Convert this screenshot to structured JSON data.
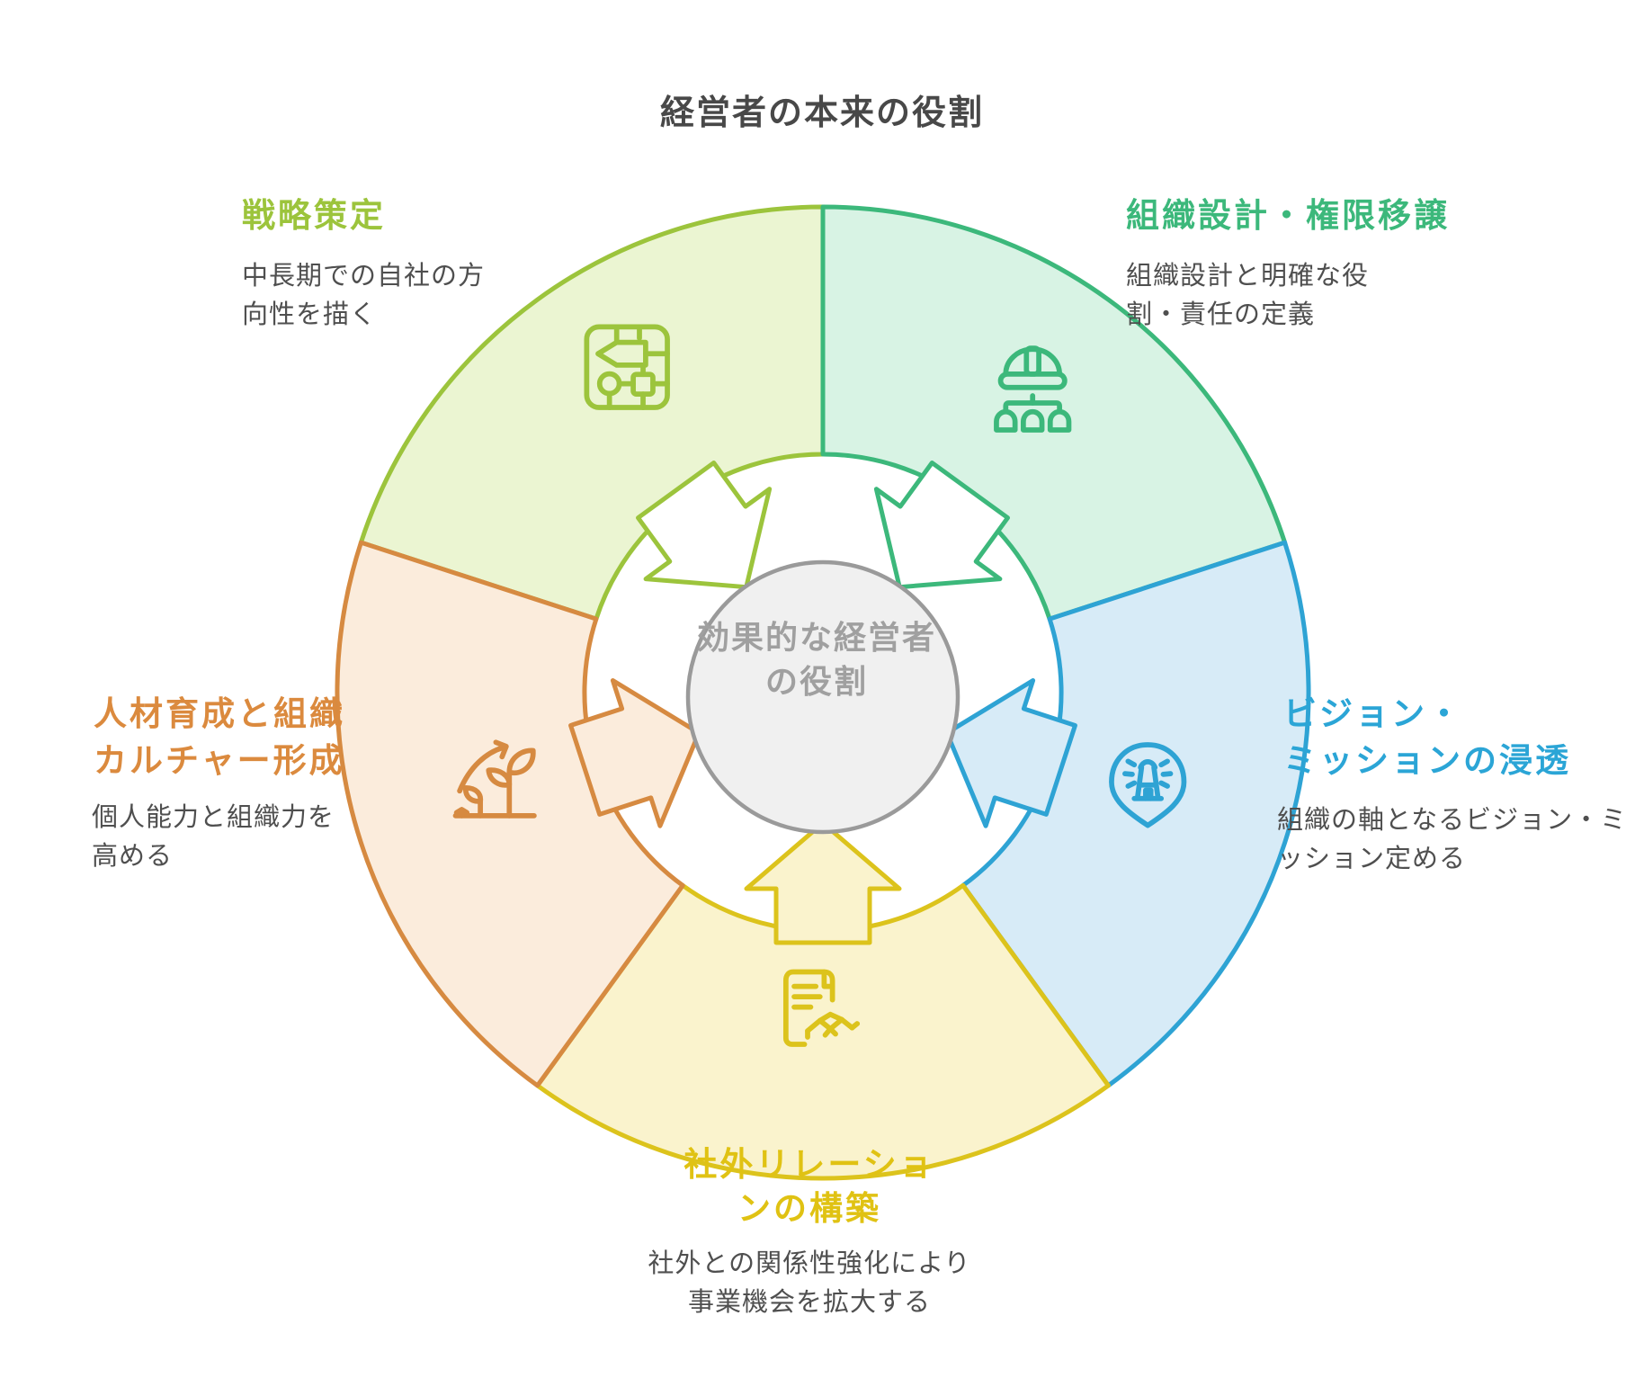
{
  "title": "経営者の本来の役割",
  "center": {
    "line1": "効果的な経営者",
    "line2": "の役割",
    "fill": "#f0f0f0",
    "border": "#9a9a9a",
    "text_color": "#a0a0a0"
  },
  "segments": [
    {
      "id": "strategy",
      "label_lines": [
        "戦略策定"
      ],
      "description_lines": [
        "中長期での自社の方",
        "向性を描く"
      ],
      "color": "#9cc43c",
      "fill": "#ebf5d2",
      "arrow_fill": "#ffffff",
      "icon": "strategy-map-icon",
      "position": "top-left"
    },
    {
      "id": "org-design-delegation",
      "label_lines": [
        "組織設計・権限移譲"
      ],
      "description_lines": [
        "組織設計と明確な役",
        "割・責任の定義"
      ],
      "color": "#3cb87b",
      "fill": "#d8f3e4",
      "arrow_fill": "#ffffff",
      "icon": "hard-hat-org-chart-icon",
      "position": "top-right"
    },
    {
      "id": "vision-mission",
      "label_lines": [
        "ビジョン・",
        "ミッションの浸透"
      ],
      "description_lines": [
        "組織の軸となるビジョン・ミ",
        "ッション定める"
      ],
      "color": "#2ea3d4",
      "fill": "#d7ebf7",
      "arrow_fill": "#d7ebf7",
      "icon": "lighthouse-pin-icon",
      "position": "right"
    },
    {
      "id": "external-relations",
      "label_lines": [
        "社外リレーショ",
        "ンの構築"
      ],
      "description_lines": [
        "社外との関係性強化により",
        "事業機会を拡大する"
      ],
      "color": "#dcc31c",
      "fill": "#faf3cd",
      "arrow_fill": "#faf3cd",
      "icon": "scroll-handshake-icon",
      "position": "bottom"
    },
    {
      "id": "hr-culture",
      "label_lines": [
        "人材育成と組織",
        "カルチャー形成"
      ],
      "description_lines": [
        "個人能力と組織力を",
        "高める"
      ],
      "color": "#d68a41",
      "fill": "#fbecdc",
      "arrow_fill": "#fbecdc",
      "icon": "plant-growth-icon",
      "position": "left"
    }
  ]
}
